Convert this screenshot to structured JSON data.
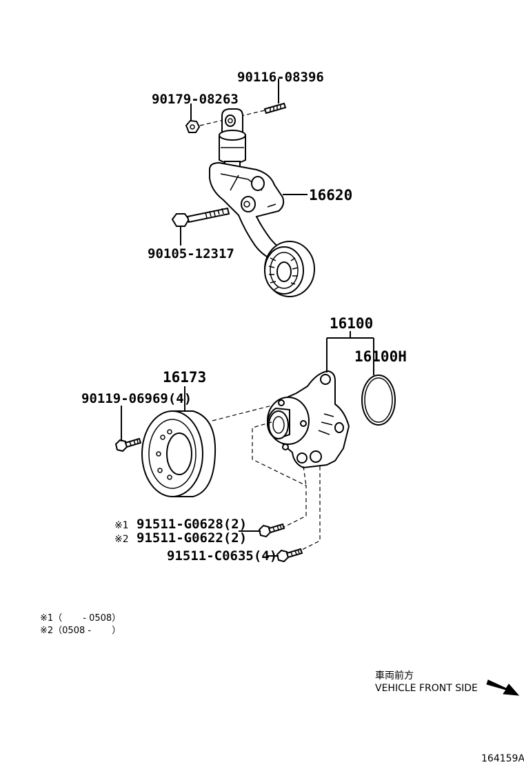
{
  "parts": {
    "p1": "90116-08396",
    "p2": "90179-08263",
    "p3": "16620",
    "p4": "90105-12317",
    "p5": "16100",
    "p6": "16100H",
    "p7": "16173",
    "p8": "90119-06969(4)",
    "p9": "91511-G0628(2)",
    "p10": "91511-G0622(2)",
    "p11": "91511-C0635(4)"
  },
  "markers": {
    "m1": "※1",
    "m2": "※2"
  },
  "notes": {
    "n1": "※1（　　 - 0508）",
    "n2": "※2（0508 - 　　）"
  },
  "direction": {
    "jp": "車両前方",
    "en": "VEHICLE FRONT SIDE"
  },
  "figure_id": "164159A"
}
